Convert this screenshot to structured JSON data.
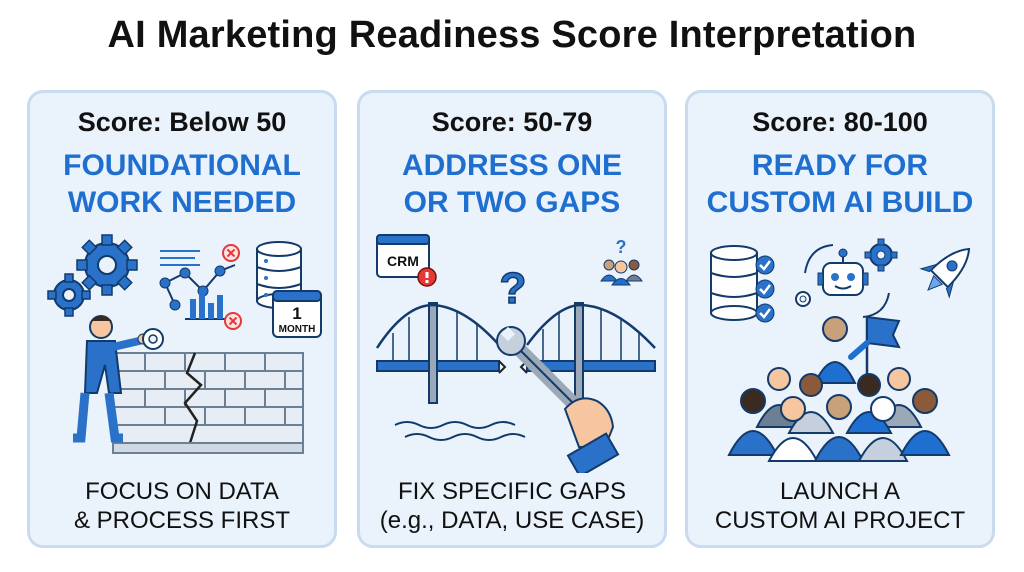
{
  "title": "AI Marketing Readiness Score Interpretation",
  "panels": [
    {
      "score": "Score: Below 50",
      "heading": [
        "FOUNDATIONAL",
        "WORK NEEDED"
      ],
      "illustration_labels": {
        "calendar_day": "1",
        "calendar_unit": "MONTH"
      },
      "footer": [
        "FOCUS ON DATA",
        "& PROCESS FIRST"
      ]
    },
    {
      "score": "Score: 50-79",
      "heading": [
        "ADDRESS ONE",
        "OR TWO GAPS"
      ],
      "illustration_labels": {
        "crm": "CRM",
        "question": "?",
        "people_question": "?"
      },
      "footer": [
        "FIX SPECIFIC GAPS",
        "(e.g., DATA, USE CASE)"
      ]
    },
    {
      "score": "Score: 80-100",
      "heading": [
        "READY FOR",
        "CUSTOM AI BUILD"
      ],
      "illustration_labels": {},
      "footer": [
        "LAUNCH A",
        "CUSTOM AI PROJECT"
      ]
    }
  ],
  "colors": {
    "accent": "#1f6fd1",
    "panel_bg": "#eaf2fb",
    "panel_border": "#c9dbef",
    "alert_red": "#e53935",
    "skin": "#f5c6a0"
  }
}
